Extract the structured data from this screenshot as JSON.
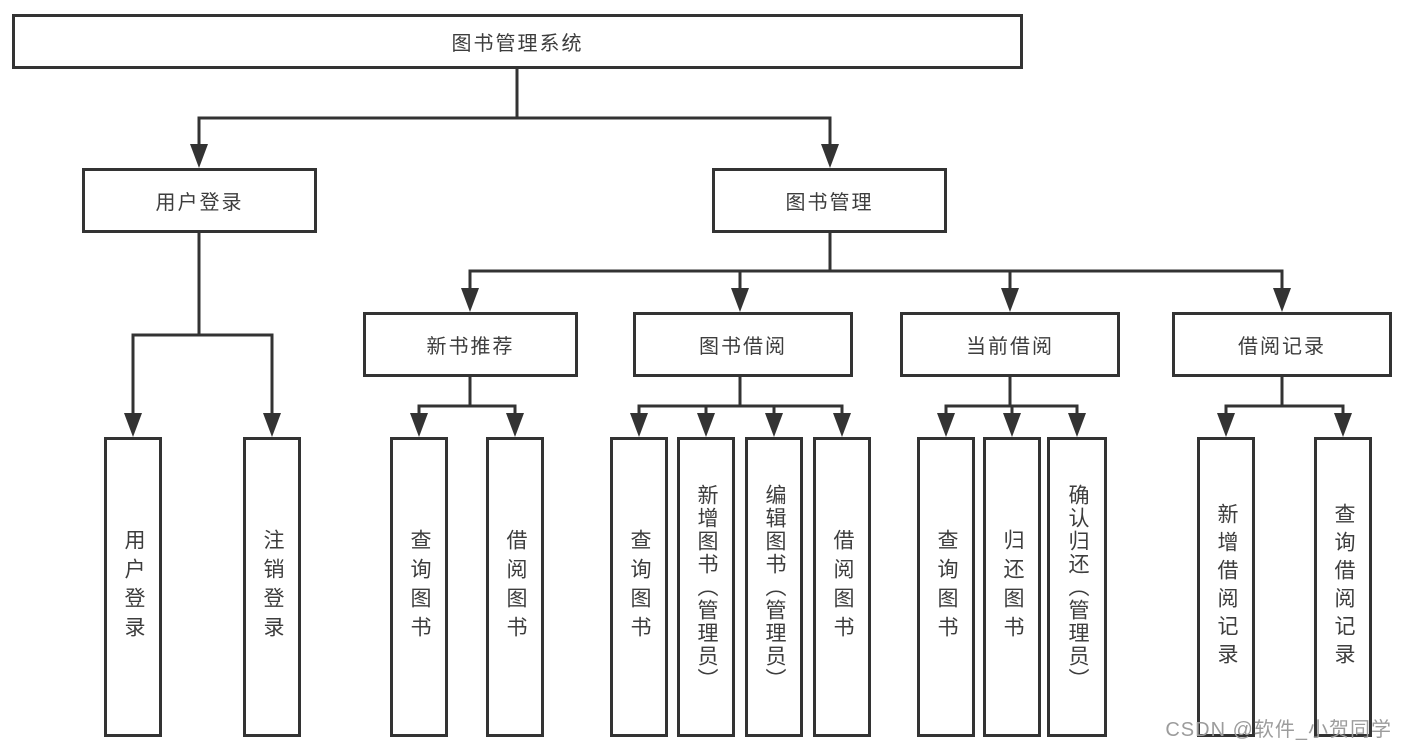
{
  "diagram": {
    "root": {
      "label": "图书管理系统"
    },
    "branches": [
      {
        "label": "用户登录",
        "children": [
          {
            "label": "用户登录"
          },
          {
            "label": "注销登录"
          }
        ]
      },
      {
        "label": "图书管理",
        "children": [
          {
            "label": "新书推荐",
            "children": [
              {
                "label": "查询图书"
              },
              {
                "label": "借阅图书"
              }
            ]
          },
          {
            "label": "图书借阅",
            "children": [
              {
                "label": "查询图书"
              },
              {
                "label": "新增图书（管理员）"
              },
              {
                "label": "编辑图书（管理员）"
              },
              {
                "label": "借阅图书"
              }
            ]
          },
          {
            "label": "当前借阅",
            "children": [
              {
                "label": "查询图书"
              },
              {
                "label": "归还图书"
              },
              {
                "label": "确认归还（管理员）"
              }
            ]
          },
          {
            "label": "借阅记录",
            "children": [
              {
                "label": "新增借阅记录"
              },
              {
                "label": "查询借阅记录"
              }
            ]
          }
        ]
      }
    ]
  },
  "watermark": {
    "text": "CSDN @软件_小贺同学"
  },
  "colors": {
    "line": "#333333",
    "text": "#3d3d3d",
    "background": "#ffffff",
    "watermark": "#9c9c9c"
  }
}
